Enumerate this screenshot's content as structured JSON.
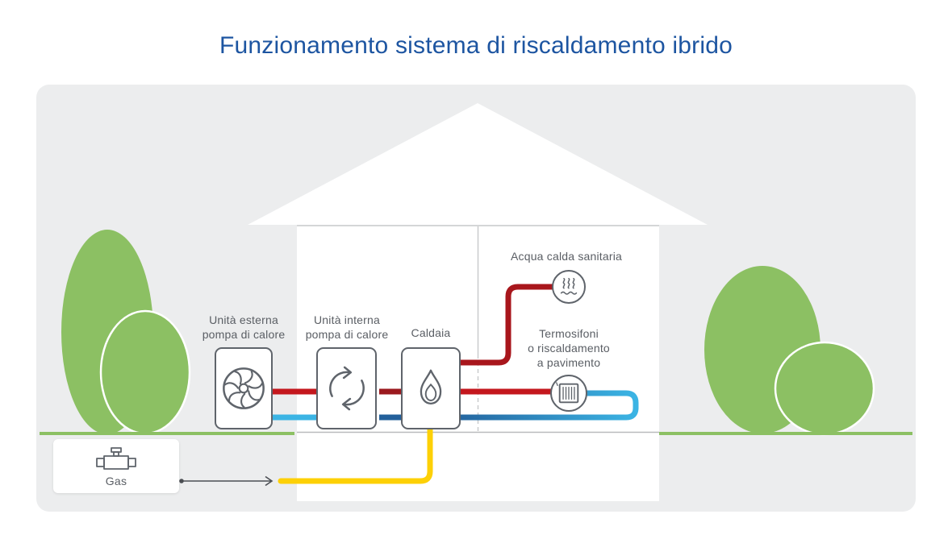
{
  "header": {
    "title": "Funzionamento sistema di riscaldamento ibrido"
  },
  "diagram": {
    "labels": {
      "external_unit": {
        "lines": [
          "Unità esterna",
          "pompa di calore"
        ]
      },
      "internal_unit": {
        "lines": [
          "Unità interna",
          "pompa di calore"
        ]
      },
      "boiler": "Caldaia",
      "dhw": "Acqua calda sanitaria",
      "radiators": {
        "lines": [
          "Termosifoni",
          "o riscaldamento",
          "a pavimento"
        ]
      },
      "gas": "Gas"
    },
    "icons": {
      "external_unit": "fan-icon",
      "internal_unit": "cycle-arrows-icon",
      "boiler": "flame-icon",
      "dhw": "steam-icon",
      "radiators": "radiator-icon",
      "gas": "gas-valve-icon"
    },
    "flows": {
      "hot_supply": "red",
      "cold_return": "blue",
      "gas_supply": "yellow"
    }
  },
  "colors": {
    "title_blue": "#1d55a1",
    "card_bg": "#ecedee",
    "pipe_red_bright": "#c4171d",
    "pipe_red_dark": "#9b191e",
    "pipe_red_acs": "#a8161c",
    "pipe_cyan": "#3bb4e4",
    "pipe_blue_dark": "#23609b",
    "pipe_yellow": "#fdd006",
    "green": "#8cc063",
    "line_gray": "#c6c8ca",
    "icon_stroke": "#5f646b",
    "label_gray": "#5a5e64",
    "arrow_gray": "#4b4e53"
  }
}
